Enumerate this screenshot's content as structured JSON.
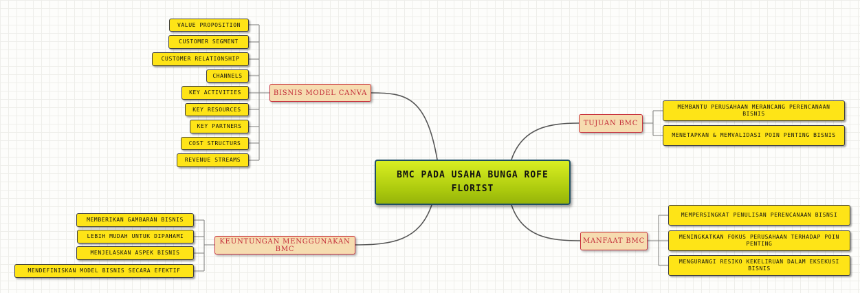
{
  "root": {
    "title": "BMC PADA USAHA BUNGA ROFE FLORIST"
  },
  "branches": {
    "bisnis_model": {
      "label": "BISNIS MODEL CANVA",
      "items": [
        "VALUE PROPOSITION",
        "CUSTOMER SEGMENT",
        "CUSTOMER RELATIONSHIP",
        "CHANNELS",
        "KEY ACTIVITIES",
        "KEY RESOURCES",
        "KEY PARTNERS",
        "COST STRUCTURS",
        "REVENUE STREAMS"
      ]
    },
    "keuntungan": {
      "label": "KEUNTUNGAN MENGGUNAKAN BMC",
      "items": [
        "MEMBERIKAN GAMBARAN BISNIS",
        "LEBIH MUDAH UNTUK DIPAHAMI",
        "MENJELASKAN ASPEK BISNIS",
        "MENDEFINISKAN MODEL BISNIS SECARA EFEKTIF"
      ]
    },
    "tujuan": {
      "label": "TUJUAN BMC",
      "items": [
        "MEMBANTU PERUSAHAAN MERANCANG PERENCANAAN BISNIS",
        "MENETAPKAN & MEMVALIDASI POIN PENTING BISNIS"
      ]
    },
    "manfaat": {
      "label": "MANFAAT BMC",
      "items": [
        "MEMPERSINGKAT PENULISAN PERENCANAAN BISNSI",
        "MENINGKATKAN FOKUS PERUSAHAAN TERHADAP POIN PENTING",
        "MENGURANGI RESIKO KEKELIRUAN DALAM EKSEKUSI BISNIS"
      ]
    }
  }
}
